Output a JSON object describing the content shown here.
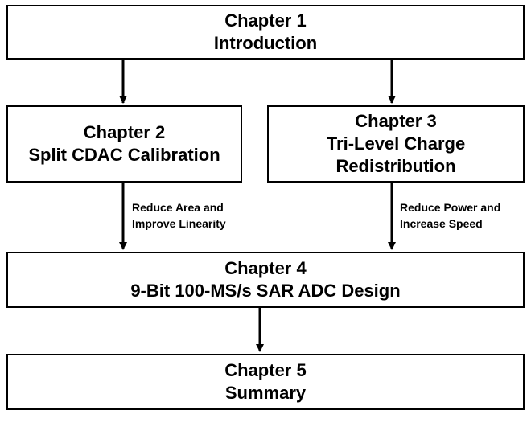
{
  "boxes": {
    "ch1": {
      "line1": "Chapter 1",
      "line2": "Introduction"
    },
    "ch2": {
      "line1": "Chapter 2",
      "line2": "Split CDAC Calibration"
    },
    "ch3": {
      "line1": "Chapter 3",
      "line2": "Tri-Level Charge",
      "line3": "Redistribution"
    },
    "ch4": {
      "line1": "Chapter 4",
      "line2": "9-Bit 100-MS/s SAR ADC Design"
    },
    "ch5": {
      "line1": "Chapter 5",
      "line2": "Summary"
    }
  },
  "edge_labels": {
    "left": {
      "line1": "Reduce Area and",
      "line2": "Improve Linearity"
    },
    "right": {
      "line1": "Reduce Power and",
      "line2": "Increase Speed"
    }
  },
  "colors": {
    "stroke": "#000000",
    "background": "#ffffff"
  }
}
